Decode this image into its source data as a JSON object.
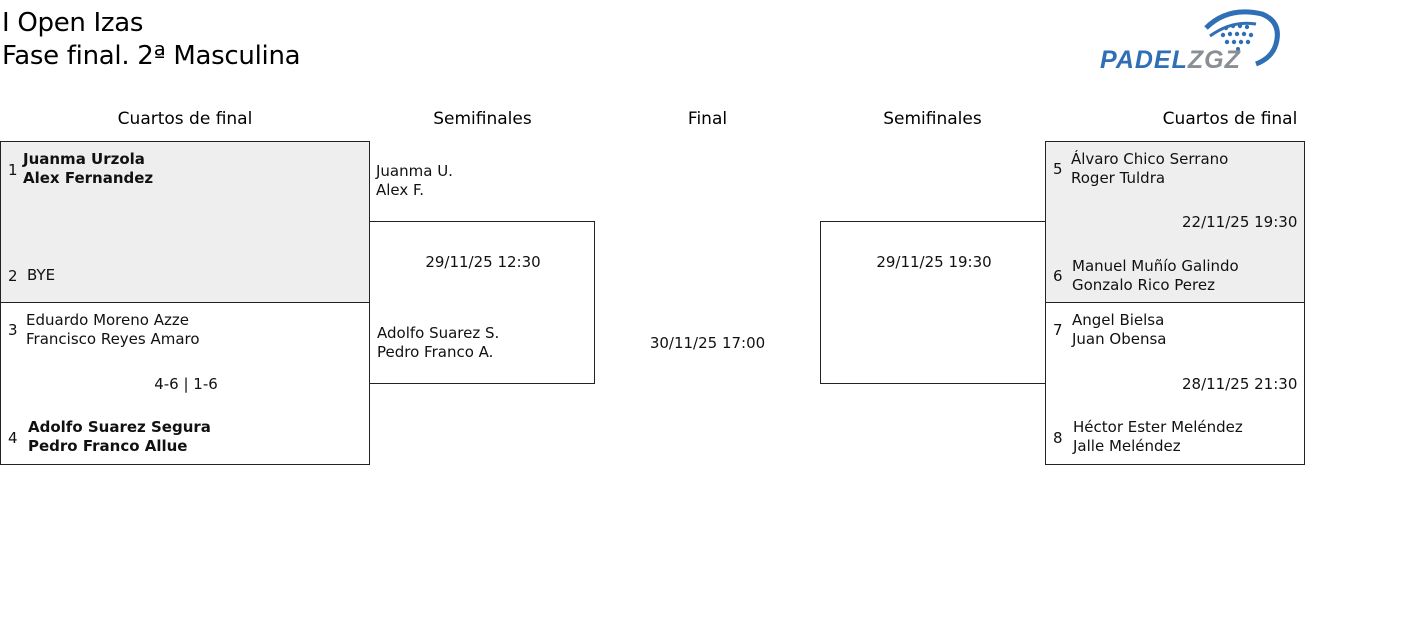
{
  "header": {
    "title_line1": "I Open Izas",
    "title_line2": "Fase final. 2ª Masculina",
    "logo_text": "PADELZGZ"
  },
  "columns": {
    "qf_left": "Cuartos de final",
    "sf_left": "Semifinales",
    "final": "Final",
    "sf_right": "Semifinales",
    "qf_right": "Cuartos de final"
  },
  "left": {
    "qf1": {
      "seed_top": "1",
      "top_p1": "Juanma Urzola",
      "top_p2": "Alex Fernandez",
      "seed_bottom": "2",
      "bottom_p1": "BYE"
    },
    "qf2": {
      "seed_top": "3",
      "top_p1": "Eduardo Moreno Azze",
      "top_p2": "Francisco Reyes Amaro",
      "result": "4-6 | 1-6",
      "seed_bottom": "4",
      "bottom_p1": "Adolfo Suarez Segura",
      "bottom_p2": "Pedro Franco Allue"
    },
    "sf": {
      "top_p1": "Juanma U.",
      "top_p2": "Alex F.",
      "datetime": "29/11/25 12:30",
      "bottom_p1": "Adolfo Suarez S.",
      "bottom_p2": "Pedro Franco A."
    }
  },
  "final": {
    "datetime": "30/11/25 17:00"
  },
  "right": {
    "sf": {
      "datetime": "29/11/25 19:30"
    },
    "qf1": {
      "seed_top": "5",
      "top_p1": "Álvaro Chico Serrano",
      "top_p2": "Roger Tuldra",
      "datetime": "22/11/25 19:30",
      "seed_bottom": "6",
      "bottom_p1": "Manuel Muñío Galindo",
      "bottom_p2": "Gonzalo Rico Perez"
    },
    "qf2": {
      "seed_top": "7",
      "top_p1": "Angel Bielsa",
      "top_p2": "Juan Obensa",
      "datetime": "28/11/25 21:30",
      "seed_bottom": "8",
      "bottom_p1": "Héctor Ester Meléndez",
      "bottom_p2": "Jalle Meléndez"
    }
  },
  "colors": {
    "logo_blue": "#2f6fb5",
    "logo_grey": "#8a8f96",
    "box_grey": "#eeeeee"
  }
}
